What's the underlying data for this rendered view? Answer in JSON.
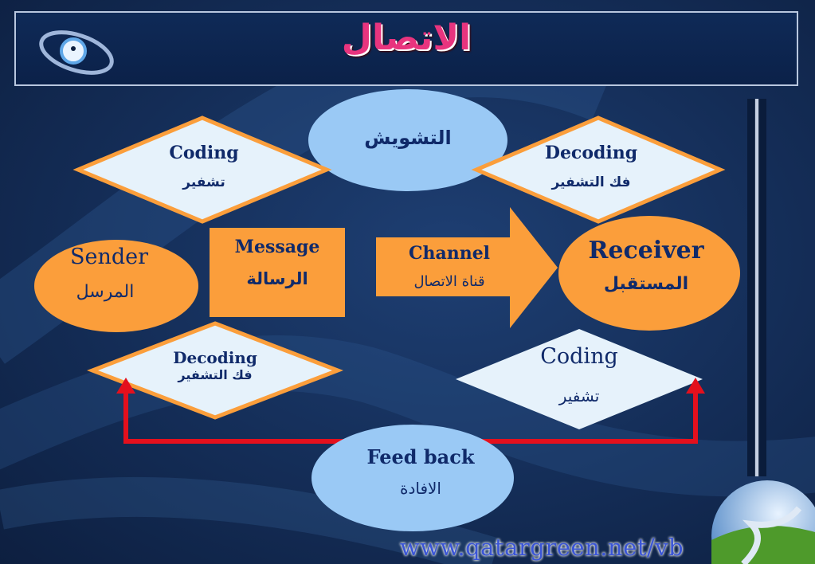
{
  "title": "الاتصال",
  "noise": {
    "ar": "التشويش"
  },
  "coding_top": {
    "en": "Coding",
    "ar": "تشفير"
  },
  "decoding_top": {
    "en": "Decoding",
    "ar": "فك التشفير"
  },
  "sender": {
    "en": "Sender",
    "ar": "المرسل"
  },
  "message": {
    "en": "Message",
    "ar": "الرسالة"
  },
  "channel": {
    "en": "Channel",
    "ar": "قناة الاتصال"
  },
  "receiver": {
    "en": "Receiver",
    "ar": "المستقبل"
  },
  "decoding_bottom": {
    "en": "Decoding",
    "ar": "فك التشفير"
  },
  "coding_bottom": {
    "en": "Coding",
    "ar": "تشفير"
  },
  "feedback": {
    "en": "Feed back",
    "ar": "الافادة"
  },
  "url": "www.qatargreen.net/vb",
  "colors": {
    "orange": "#fb9e3b",
    "light_blue": "#9ac9f5",
    "diamond_fill": "#e6f2fb",
    "arrow_red": "#e4101d",
    "title_pink": "#e8347e"
  }
}
